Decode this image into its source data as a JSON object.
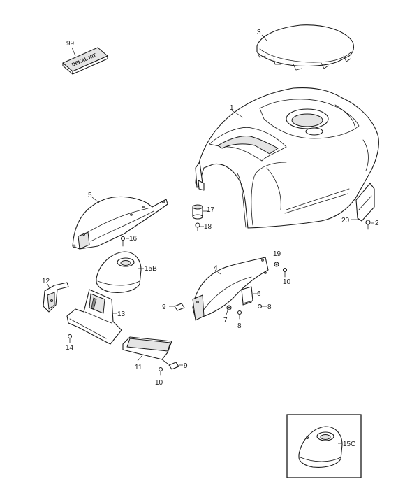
{
  "callouts": {
    "c1": "1",
    "c2": "2",
    "c3": "3",
    "c4": "4",
    "c5": "5",
    "c6": "6",
    "c7": "7",
    "c8a": "8",
    "c8b": "8",
    "c9a": "9",
    "c9b": "9",
    "c10a": "10",
    "c10b": "10",
    "c11": "11",
    "c12": "12",
    "c13": "13",
    "c14": "14",
    "c15b": "15B",
    "c15c": "15C",
    "c16": "16",
    "c17": "17",
    "c18": "18",
    "c19": "19",
    "c20": "20",
    "c99": "99"
  },
  "decal_box_label": "DEKAL KIT"
}
